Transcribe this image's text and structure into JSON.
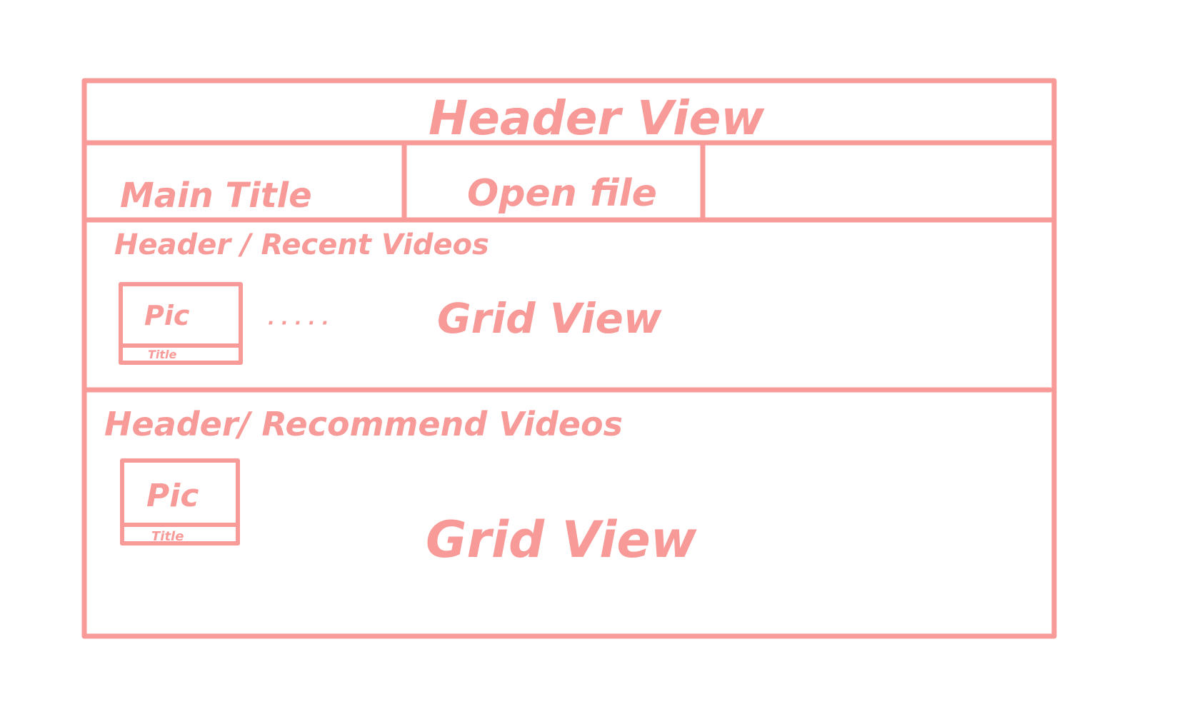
{
  "colors": {
    "sketch": "#f79a98"
  },
  "header": {
    "title": "Header View"
  },
  "nav": {
    "main_title": "Main Title",
    "open_file": "Open file"
  },
  "recent": {
    "header": "Header / Recent Videos",
    "card": {
      "pic": "Pic",
      "title": "Title"
    },
    "more": "· · · · ·",
    "grid_label": "Grid View"
  },
  "recommend": {
    "header": "Header/ Recommend Videos",
    "card": {
      "pic": "Pic",
      "title": "Title"
    },
    "grid_label": "Grid View"
  }
}
